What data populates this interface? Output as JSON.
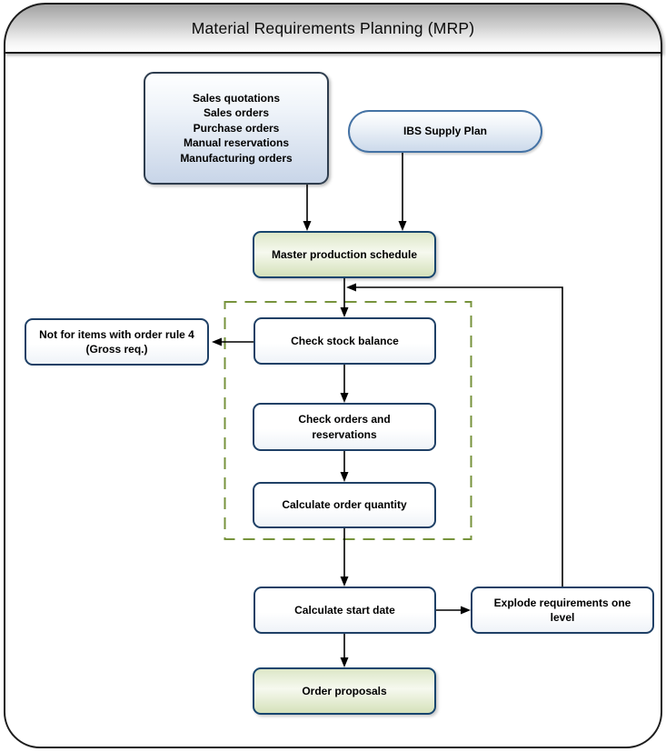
{
  "title": "Material Requirements Planning (MRP)",
  "nodes": {
    "sources": {
      "label": "Sales quotations\nSales orders\nPurchase orders\nManual reservations\nManufacturing orders"
    },
    "ibs": {
      "label": "IBS Supply Plan"
    },
    "master": {
      "label": "Master production schedule"
    },
    "check_stock": {
      "label": "Check stock balance"
    },
    "not_items": {
      "label": "Not for items with order rule 4\n(Gross req.)"
    },
    "check_orders": {
      "label": "Check orders and\nreservations"
    },
    "calc_qty": {
      "label": "Calculate order quantity"
    },
    "calc_start": {
      "label": "Calculate start date"
    },
    "explode": {
      "label": "Explode requirements one\nlevel"
    },
    "proposals": {
      "label": "Order proposals"
    }
  },
  "colors": {
    "title_gradient_top": "#a2a2a2",
    "title_gradient_bottom": "#ffffff",
    "frame_border": "#1c1c1c",
    "process_border": "#1f4066",
    "pill_border": "#4472a4",
    "green_box_border": "#17456e",
    "green_fill_bottom": "#d5e1ba",
    "blue_box_border": "#2e3d4e",
    "blue_fill_bottom": "#c8d5e8",
    "dashed_group_border": "#77933c",
    "arrow": "#000000"
  }
}
